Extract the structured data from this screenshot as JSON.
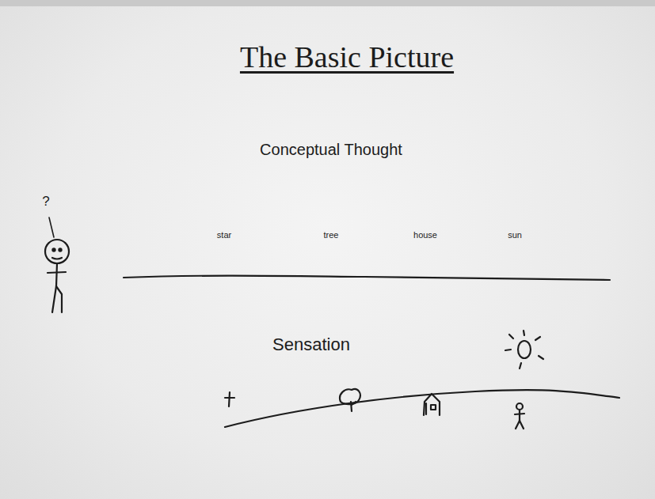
{
  "diagram": {
    "title": "The Basic Picture",
    "labels": [
      "Conceptual Thought",
      "star",
      "tree",
      "house",
      "sun",
      "Sensation",
      "?"
    ]
  }
}
